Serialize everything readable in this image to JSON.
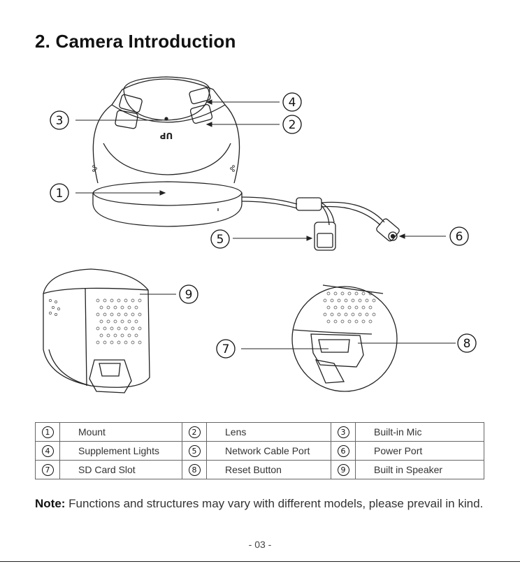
{
  "title": "2. Camera Introduction",
  "callouts": {
    "c1": "1",
    "c2": "2",
    "c3": "3",
    "c4": "4",
    "c5": "5",
    "c6": "6",
    "c7": "7",
    "c8": "8",
    "c9": "9"
  },
  "brand_mark": "UP",
  "legend": {
    "rows": [
      [
        {
          "num": "1",
          "label": "Mount"
        },
        {
          "num": "2",
          "label": "Lens"
        },
        {
          "num": "3",
          "label": "Built-in Mic"
        }
      ],
      [
        {
          "num": "4",
          "label": "Supplement Lights"
        },
        {
          "num": "5",
          "label": "Network Cable Port"
        },
        {
          "num": "6",
          "label": "Power Port"
        }
      ],
      [
        {
          "num": "7",
          "label": "SD Card Slot"
        },
        {
          "num": "8",
          "label": "Reset Button"
        },
        {
          "num": "9",
          "label": "Built in Speaker"
        }
      ]
    ]
  },
  "note": {
    "label": "Note:",
    "text": " Functions and structures may vary with different models, please prevail in kind."
  },
  "page_number": "- 03 -"
}
